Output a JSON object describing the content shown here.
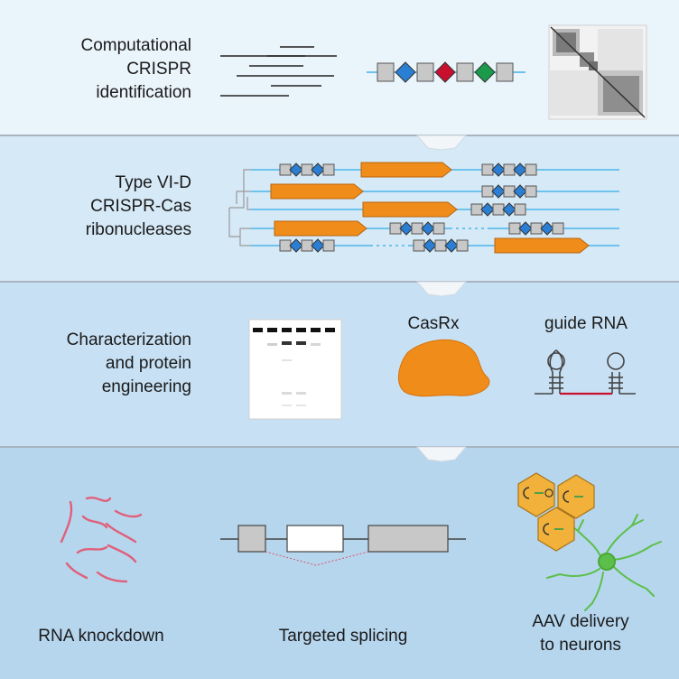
{
  "colors": {
    "panel1": "#eaf4fb",
    "panel2": "#d6e9f7",
    "panel3": "#c7e0f3",
    "panel4": "#b6d6ee",
    "divider": "#a8b4bf",
    "arrow": "#f3f6f9",
    "gene": "#f08c1a",
    "repeat_box": "#c8c8c8",
    "spacer_diamond": "#2a7fd4",
    "spacer_red": "#c8102e",
    "spacer_green": "#1a9a4a",
    "locus_line": "#6ec3ee",
    "knockdown_rna": "#e0607a",
    "neuron": "#5cbf4a",
    "aav": "#f1b13a"
  },
  "steps": [
    {
      "id": "identification",
      "label_lines": [
        "Computational",
        "CRISPR",
        "identification"
      ]
    },
    {
      "id": "ribonucleases",
      "label_lines": [
        "Type VI-D",
        "CRISPR-Cas",
        "ribonucleases"
      ]
    },
    {
      "id": "engineering",
      "label_lines": [
        "Characterization",
        "and protein",
        "engineering"
      ]
    },
    {
      "id": "applications"
    }
  ],
  "engineering": {
    "casrx_label": "CasRx",
    "guide_label": "guide RNA"
  },
  "applications": [
    {
      "id": "knockdown",
      "label_lines": [
        "RNA knockdown"
      ]
    },
    {
      "id": "splicing",
      "label_lines": [
        "Targeted splicing"
      ]
    },
    {
      "id": "aav",
      "label_lines": [
        "AAV delivery",
        "to neurons"
      ]
    }
  ]
}
